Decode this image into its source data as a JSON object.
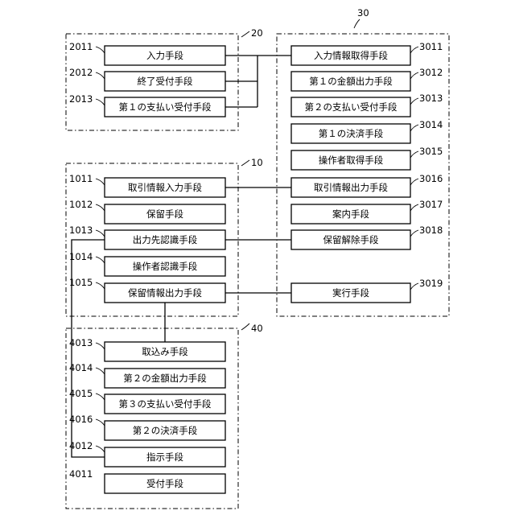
{
  "groups": {
    "g20": "20",
    "g30": "30",
    "g10": "10",
    "g40": "40"
  },
  "boxes": {
    "b2011": "入力手段",
    "b2012": "終了受付手段",
    "b2013": "第１の支払い受付手段",
    "b3011": "入力情報取得手段",
    "b3012": "第１の金額出力手段",
    "b3013": "第２の支払い受付手段",
    "b3014": "第１の決済手段",
    "b3015": "操作者取得手段",
    "b3016": "取引情報出力手段",
    "b3017": "案内手段",
    "b3018": "保留解除手段",
    "b3019": "実行手段",
    "b1011": "取引情報入力手段",
    "b1012": "保留手段",
    "b1013": "出力先認識手段",
    "b1014": "操作者認識手段",
    "b1015": "保留情報出力手段",
    "b4013": "取込み手段",
    "b4014": "第２の金額出力手段",
    "b4015": "第３の支払い受付手段",
    "b4016": "第２の決済手段",
    "b4012": "指示手段",
    "b4011": "受付手段"
  },
  "refs": {
    "r2011": "2011",
    "r2012": "2012",
    "r2013": "2013",
    "r3011": "3011",
    "r3012": "3012",
    "r3013": "3013",
    "r3014": "3014",
    "r3015": "3015",
    "r3016": "3016",
    "r3017": "3017",
    "r3018": "3018",
    "r3019": "3019",
    "r1011": "1011",
    "r1012": "1012",
    "r1013": "1013",
    "r1014": "1014",
    "r1015": "1015",
    "r4013": "4013",
    "r4014": "4014",
    "r4015": "4015",
    "r4016": "4016",
    "r4012": "4012",
    "r4011": "4011"
  }
}
